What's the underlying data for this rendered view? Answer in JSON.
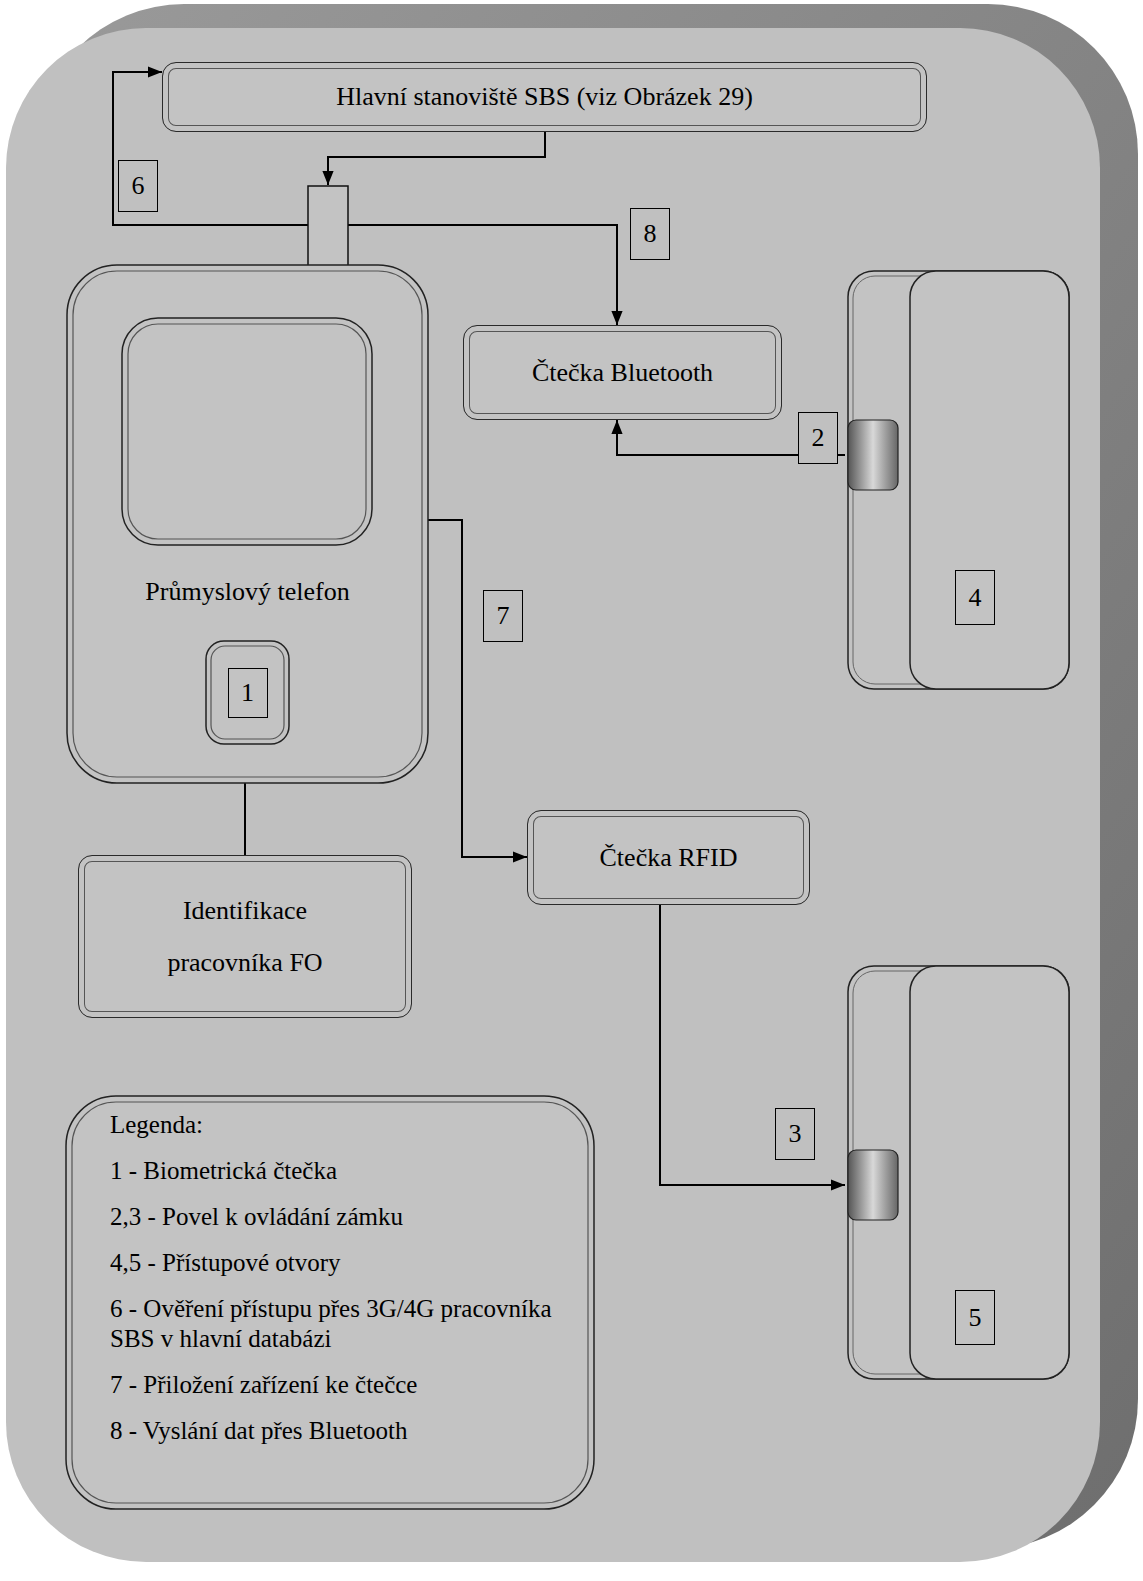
{
  "diagram": {
    "nodes": [
      {
        "text": [
          "Hlavní stanoviště SBS (viz Obrázek 29)"
        ]
      },
      {
        "text": [
          "Průmyslový telefon"
        ]
      },
      {
        "text": [
          "1"
        ],
        "in": 1
      },
      {
        "text": [
          "Čtečka Bluetooth"
        ]
      },
      {
        "text": [
          "4"
        ]
      },
      {
        "text": [
          "Čtečka RFID"
        ]
      },
      {
        "text": [
          "Identifikace pracovníka FO"
        ]
      },
      {
        "text": [
          "5"
        ]
      },
      {
        "text": [
          "Legenda:"
        ]
      }
    ],
    "edges": [
      {
        "from": 0,
        "to": 1,
        "arrow": "to"
      },
      {
        "from": 1,
        "to": 0,
        "arrow": "to",
        "label": "6"
      },
      {
        "from": 1,
        "to": 3,
        "arrow": "to",
        "label": "8"
      },
      {
        "from": 4,
        "to": 3,
        "arrow": "to",
        "label": "2"
      },
      {
        "from": 1,
        "to": 5,
        "arrow": "to",
        "label": "7"
      },
      {
        "from": 5,
        "to": 7,
        "arrow": "to",
        "label": "3"
      },
      {
        "from": 6,
        "to": 2,
        "arrow": "to"
      }
    ],
    "legend": [
      {
        "text": "1 - Biometrická čtečka"
      },
      {
        "text": "2,3 - Povel k ovládání zámku"
      },
      {
        "text": "4,5 - Přístupové otvory"
      },
      {
        "text": "6 - Ověření přístupu přes 3G/4G pracovníka SBS v hlavní databázi"
      },
      {
        "text": "7 - Přiložení zařízení ke čtečce"
      },
      {
        "text": "8 - Vyslání dat přes Bluetooth"
      }
    ]
  }
}
